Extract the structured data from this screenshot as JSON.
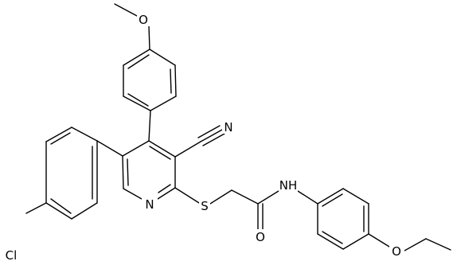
{
  "colors": {
    "background": "#ffffff",
    "bond": "#000000",
    "label": "#000000"
  },
  "atoms": {
    "methoxy_o": "O",
    "nitrile_n": "N",
    "pyridine_n": "N",
    "thioether_s": "S",
    "amide_nh": "NH",
    "carbonyl_o": "O",
    "ethoxy_o": "O",
    "chlorine": "Cl"
  }
}
